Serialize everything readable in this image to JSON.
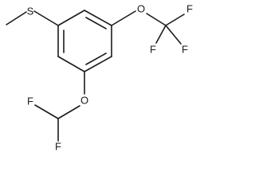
{
  "structure": {
    "atoms": {
      "sulfur": "S",
      "oxygen_top": "O",
      "oxygen_bottom": "O",
      "fluorine_top": "F",
      "fluorine_right": "F",
      "fluorine_bottom": "F",
      "fluorine_left": "F",
      "fluorine_lower": "F"
    }
  },
  "colors": {
    "bond": "#1a1a1a",
    "label": "#1a1a1a",
    "background": "#ffffff"
  }
}
